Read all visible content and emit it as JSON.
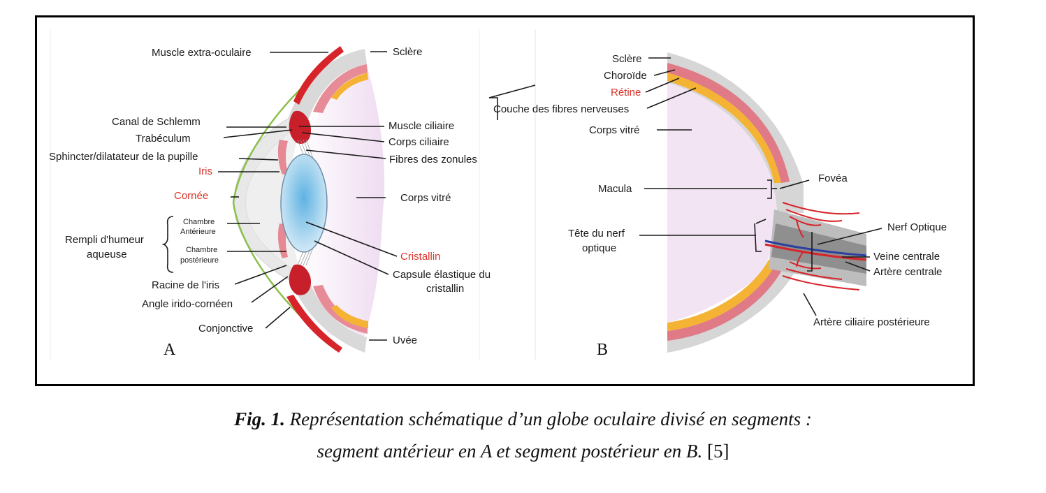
{
  "figure": {
    "panel_a": {
      "letter": "A",
      "labels": {
        "muscle_extra": "Muscle extra-oculaire",
        "sclere": "Sclère",
        "canal_schlemm": "Canal de Schlemm",
        "trabeculum": "Trabéculum",
        "sphincter": "Sphincter/dilatateur de la pupille",
        "iris": "Iris",
        "cornee": "Cornée",
        "chambre_ant_1": "Chambre",
        "chambre_ant_2": "Antérieure",
        "rempli_1": "Rempli d'humeur",
        "rempli_2": "aqueuse",
        "chambre_post_1": "Chambre",
        "chambre_post_2": "postérieure",
        "racine_iris": "Racine de l'iris",
        "angle": "Angle irido-cornéen",
        "conjonctive": "Conjonctive",
        "muscle_ciliaire": "Muscle ciliaire",
        "corps_ciliaire": "Corps ciliaire",
        "fibres": "Fibres des zonules",
        "corps_vitre": "Corps vitré",
        "cristallin": "Cristallin",
        "capsule_1": "Capsule élastique du",
        "capsule_2": "cristallin",
        "uvee": "Uvée"
      }
    },
    "panel_b": {
      "letter": "B",
      "labels": {
        "sclere": "Sclère",
        "choroide": "Choroïde",
        "retine": "Rétine",
        "couche": "Couche des fibres nerveuses",
        "corps_vitre": "Corps vitré",
        "macula": "Macula",
        "fovea": "Fovéa",
        "tete_1": "Tête du nerf",
        "tete_2": "optique",
        "nerf": "Nerf Optique",
        "veine": "Veine centrale",
        "artere": "Artère centrale",
        "artere_cil": "Artère ciliaire postérieure"
      }
    },
    "caption": {
      "lead": "Fig. 1.",
      "line1": " Représentation schématique d’un globe oculaire divisé en segments :",
      "line2": "segment antérieur en A et segment postérieur en B.",
      "ref": " [5]"
    },
    "colors": {
      "sclera": "#d9d9d9",
      "choroid": "#e07a86",
      "retina": "#f5b335",
      "muscle": "#d6242a",
      "lens": "#8cc8e8",
      "vitreous": "#f3e6f4",
      "conjunctiva": "#8bbf4a"
    }
  }
}
